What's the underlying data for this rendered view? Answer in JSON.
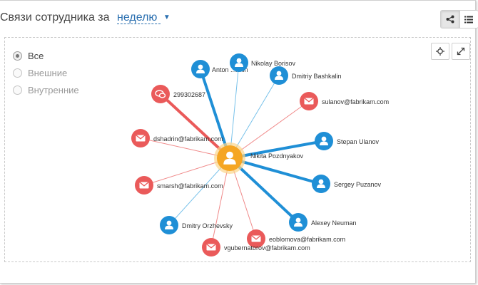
{
  "header": {
    "title": "Связи сотрудника за",
    "period": "неделю"
  },
  "view_toggle": {
    "graph_icon": "share-graph-icon",
    "list_icon": "list-icon"
  },
  "filter": {
    "options": [
      "Все",
      "Внешние",
      "Внутренние"
    ],
    "selected": "Все"
  },
  "graph_tools": {
    "center_icon": "crosshair-icon",
    "fullscreen_icon": "expand-icon"
  },
  "colors": {
    "employee": "#1f8fd6",
    "email": "#ea5a5a",
    "phone": "#ea5a5a",
    "center": "#f5a623",
    "line_strong": "#1f8fd6",
    "line_light": "#79c2ea",
    "line_email": "#f08a8a"
  },
  "graph": {
    "center": {
      "label": "Nikita Pozdnyakov",
      "type": "person"
    },
    "nodes": [
      {
        "label": "Anton ....min",
        "type": "person",
        "weight": "strong"
      },
      {
        "label": "Nikolay Borisov",
        "type": "person",
        "weight": "light"
      },
      {
        "label": "Dmitriy Bashkalin",
        "type": "person",
        "weight": "light"
      },
      {
        "label": "sulanov@fabrikam.com",
        "type": "email",
        "weight": "light"
      },
      {
        "label": "Stepan Ulanov",
        "type": "person",
        "weight": "strong"
      },
      {
        "label": "Sergey Puzanov",
        "type": "person",
        "weight": "strong"
      },
      {
        "label": "Alexey Neuman",
        "type": "person",
        "weight": "strong"
      },
      {
        "label": "eoblomova@fabrikam.com",
        "type": "email",
        "weight": "light"
      },
      {
        "label": "vgubernatorov@fabrikam.com",
        "type": "email",
        "weight": "light"
      },
      {
        "label": "Dmitry Orzhevsky",
        "type": "person",
        "weight": "light"
      },
      {
        "label": "smarsh@fabrikam.com",
        "type": "email",
        "weight": "light"
      },
      {
        "label": "dshadrin@fabrikam.com",
        "type": "email",
        "weight": "light"
      },
      {
        "label": "299302687",
        "type": "phone",
        "weight": "strong"
      }
    ]
  }
}
